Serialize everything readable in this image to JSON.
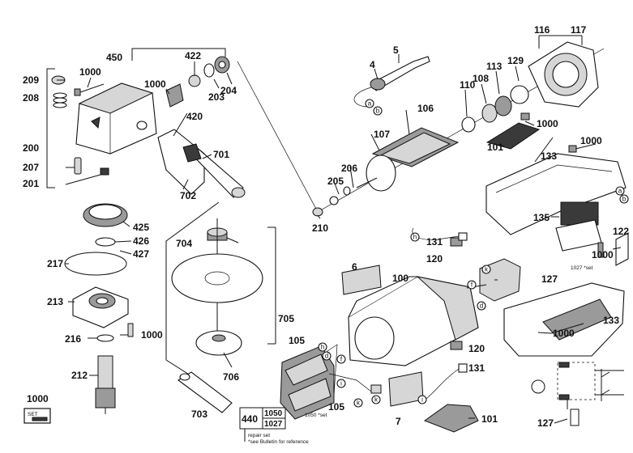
{
  "labels": {
    "l450": "450",
    "l422": "422",
    "l5": "5",
    "l116": "116",
    "l117": "117",
    "l209": "209",
    "l1000a": "1000",
    "l4": "4",
    "l204": "204",
    "l203": "203",
    "l1000b": "1000",
    "l129": "129",
    "l113": "113",
    "l208": "208",
    "l420": "420",
    "l108": "108",
    "l110": "110",
    "l106": "106",
    "l1000c": "1000",
    "l200": "200",
    "l107": "107",
    "l701": "701",
    "l101a": "101",
    "l1000d": "1000",
    "l207": "207",
    "l206": "206",
    "l133a": "133",
    "l201": "201",
    "l205": "205",
    "l702": "702",
    "l135": "135",
    "l425": "425",
    "l210": "210",
    "l426": "426",
    "l131a": "131",
    "l427": "427",
    "l704": "704",
    "l122": "122",
    "l217": "217",
    "l120a": "120",
    "l1000e": "1000",
    "l6": "6",
    "l100": "100",
    "l127a": "127",
    "l213": "213",
    "l133b": "133",
    "l705": "705",
    "l1000f": "1000",
    "l216": "216",
    "l1000g": "1000",
    "l105a": "105",
    "l120b": "120",
    "l212": "212",
    "l706": "706",
    "l131b": "131",
    "l1000h": "1000",
    "l440": "440",
    "l1050": "1050",
    "l1027": "1027",
    "l105b": "105",
    "l7": "7",
    "l101b": "101",
    "l703": "703",
    "l127b": "127"
  },
  "letters": {
    "a1": "a",
    "b1": "b",
    "a2": "a",
    "b2": "b",
    "h1": "h",
    "h2": "h",
    "d1": "d",
    "f1": "f",
    "i1": "i",
    "k1": "k",
    "k2": "k",
    "k3": "k",
    "f2": "f",
    "d2": "d",
    "i2": "i"
  },
  "notes": {
    "set1027": "1027 *set",
    "set1050": "1050 *set",
    "repair_set": "repair set",
    "bulletin": "*see Bulletin for reference",
    "set_badge": "SET"
  }
}
